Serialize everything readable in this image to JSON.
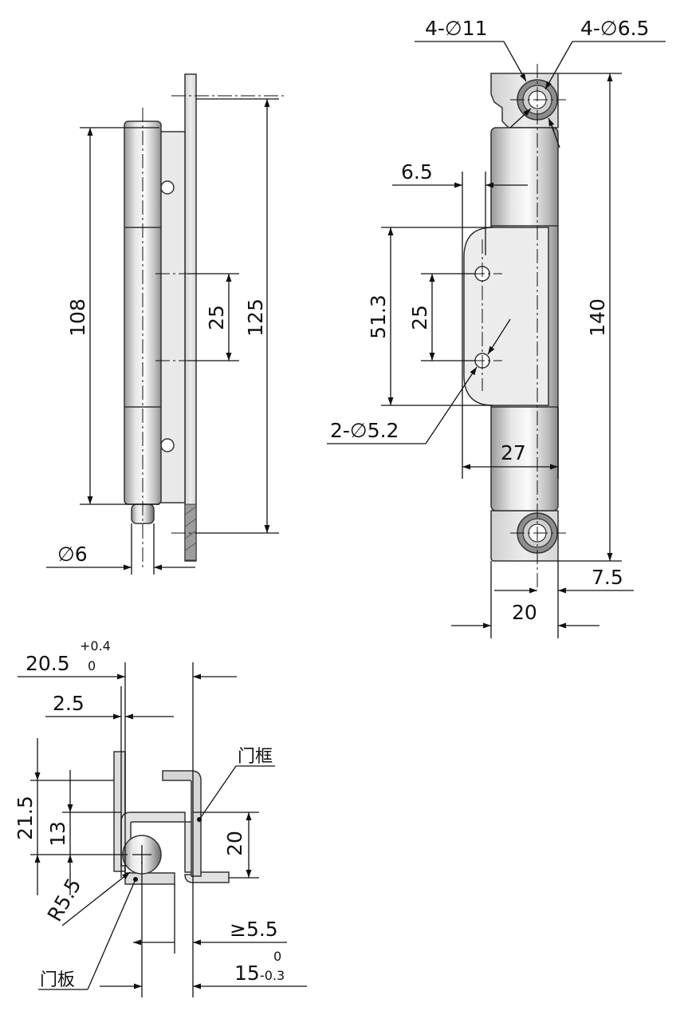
{
  "views": {
    "side": {
      "dim_108": "108",
      "dim_25": "25",
      "dim_125": "125",
      "dim_phi6": "∅6"
    },
    "front": {
      "dim_4phi11": "4-∅11",
      "dim_4phi6_5": "4-∅6.5",
      "dim_6_5": "6.5",
      "dim_51_3": "51.3",
      "dim_25": "25",
      "dim_2phi5_2": "2-∅5.2",
      "dim_27": "27",
      "dim_140": "140",
      "dim_7_5": "7.5",
      "dim_20": "20"
    },
    "section": {
      "dim_20_5": "20.5",
      "tol_20_5_upper": "+0.4",
      "tol_20_5_lower": "0",
      "dim_2_5": "2.5",
      "dim_21_5": "21.5",
      "dim_13": "13",
      "dim_20": "20",
      "dim_r5_5": "R5.5",
      "dim_ge5_5": "≥5.5",
      "dim_15": "15",
      "tol_15_upper": "0",
      "tol_15_lower": "-0.3",
      "label_frame": "门框",
      "label_door": "门板"
    }
  },
  "colors": {
    "steel_light": "#e4e4e4",
    "steel_mid": "#bdbdbd",
    "steel_dark": "#6e6e6e",
    "line": "#111111"
  }
}
